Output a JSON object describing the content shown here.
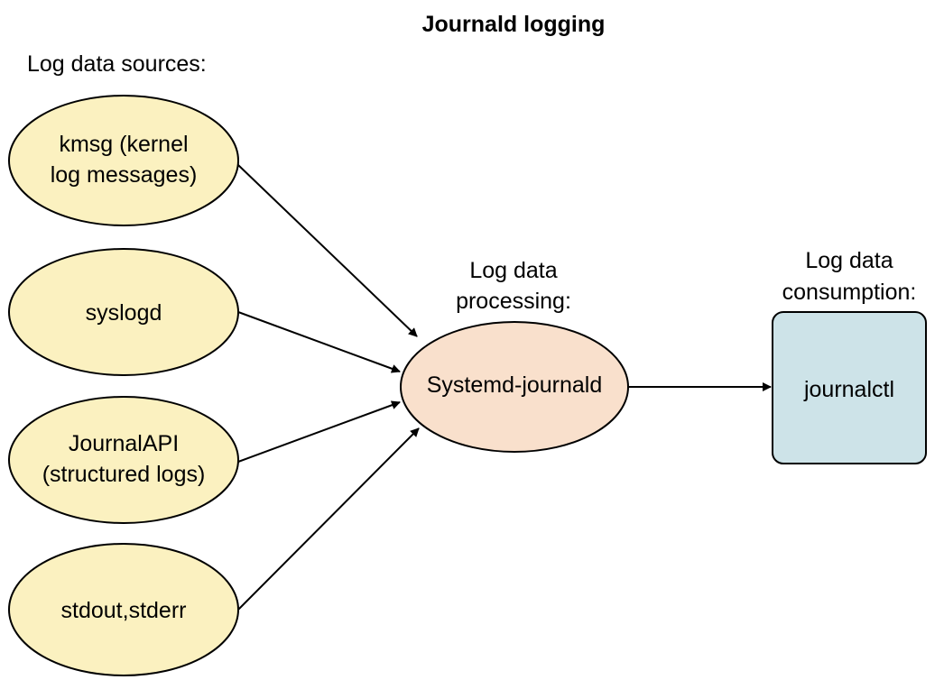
{
  "title": "Journald logging",
  "colors": {
    "source_fill": "#fbf1c0",
    "processor_fill": "#f9e0cc",
    "consumer_fill": "#cde3e8",
    "stroke": "#000000"
  },
  "sections": {
    "sources": "Log data sources:",
    "processing": [
      "Log data",
      "processing:"
    ],
    "consumption": [
      "Log data",
      "consumption:"
    ]
  },
  "nodes": {
    "kmsg": [
      "kmsg (kernel",
      "log messages)"
    ],
    "syslogd": [
      "syslogd"
    ],
    "journalapi": [
      "JournalAPI",
      "(structured logs)"
    ],
    "stdout": [
      "stdout,stderr"
    ],
    "journald": [
      "Systemd-journald"
    ],
    "journalctl": [
      "journalctl"
    ]
  },
  "edges": [
    {
      "from": "kmsg",
      "to": "journald"
    },
    {
      "from": "syslogd",
      "to": "journald"
    },
    {
      "from": "journalapi",
      "to": "journald"
    },
    {
      "from": "stdout",
      "to": "journald"
    },
    {
      "from": "journald",
      "to": "journalctl"
    }
  ]
}
